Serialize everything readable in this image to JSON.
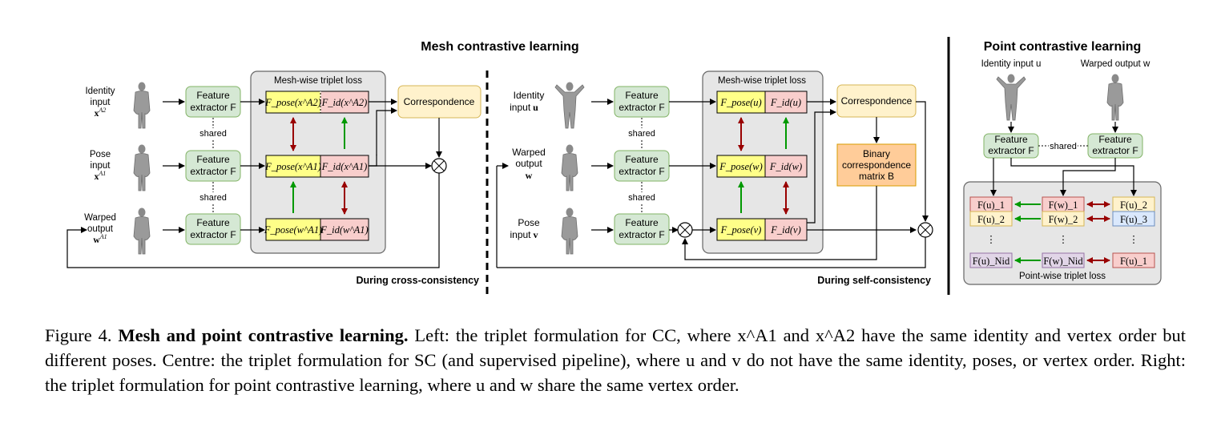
{
  "figure": {
    "mesh_title": "Mesh contrastive learning",
    "point_title": "Point contrastive learning",
    "left": {
      "inputs": [
        {
          "lines": [
            "Identity",
            "input"
          ],
          "sym": "x",
          "sup": "A2"
        },
        {
          "lines": [
            "Pose",
            "input"
          ],
          "sym": "x",
          "sup": "A1"
        },
        {
          "lines": [
            "Warped",
            "output"
          ],
          "sym": "w",
          "sup": "A1"
        }
      ],
      "extractor": [
        "Feature",
        "extractor F"
      ],
      "shared": "shared",
      "loss_title": "Mesh-wise triplet loss",
      "features": [
        {
          "pose": "F_pose(x^A2)",
          "id": "F_id(x^A2)"
        },
        {
          "pose": "F_pose(x^A1)",
          "id": "F_id(x^A1)"
        },
        {
          "pose": "F_pose(w^A1)",
          "id": "F_id(w^A1)"
        }
      ],
      "correspondence": "Correspondence",
      "note": "During cross-consistency"
    },
    "centre": {
      "inputs": [
        {
          "lines": [
            "Identity",
            "input"
          ],
          "sym": "u"
        },
        {
          "lines": [
            "Warped",
            "output"
          ],
          "sym": "w"
        },
        {
          "lines": [
            "Pose",
            "input"
          ],
          "sym": "v"
        }
      ],
      "extractor": [
        "Feature",
        "extractor F"
      ],
      "shared": "shared",
      "loss_title": "Mesh-wise triplet loss",
      "features": [
        {
          "pose": "F_pose(u)",
          "id": "F_id(u)"
        },
        {
          "pose": "F_pose(w)",
          "id": "F_id(w)"
        },
        {
          "pose": "F_pose(v)",
          "id": "F_id(v)"
        }
      ],
      "correspondence": "Correspondence",
      "binary": [
        "Binary",
        "correspondence",
        "matrix B"
      ],
      "note": "During self-consistency"
    },
    "right": {
      "identity_input": "Identity input u",
      "warped_output": "Warped output w",
      "extractor": [
        "Feature",
        "extractor F"
      ],
      "shared": "shared",
      "col_u": [
        "F(u)_1",
        "F(u)_2",
        "⋮",
        "F(u)_Nid"
      ],
      "col_w": [
        "F(w)_1",
        "F(w)_2",
        "⋮",
        "F(w)_Nid"
      ],
      "col_neg": [
        "F(u)_2",
        "F(u)_3",
        "⋮",
        "F(u)_1"
      ],
      "loss_title": "Point-wise triplet loss"
    }
  },
  "caption": {
    "label": "Figure 4.",
    "bold": "Mesh and point contrastive learning.",
    "text": "Left: the triplet formulation for CC, where x^A1 and x^A2 have the same identity and vertex order but different poses. Centre: the triplet formulation for SC (and supervised pipeline), where u and v do not have the same identity, poses, or vertex order. Right: the triplet formulation for point contrastive learning, where u and w share the same vertex order."
  },
  "colors": {
    "green_box": "#d5e8d4",
    "green_border": "#82b366",
    "pose_feat": "#ffff88",
    "id_feat": "#f8cecc",
    "id_border": "#b85450",
    "corr_box": "#fff2cc",
    "corr_border": "#d6b656",
    "binary_box": "#ffcc99",
    "binary_border": "#d79b00",
    "loss_panel": "#e6e6e6",
    "pos_arrow": "#009900",
    "neg_arrow": "#990000",
    "blue_feat": "#dae8fc",
    "purple_feat": "#e1d5e7"
  }
}
